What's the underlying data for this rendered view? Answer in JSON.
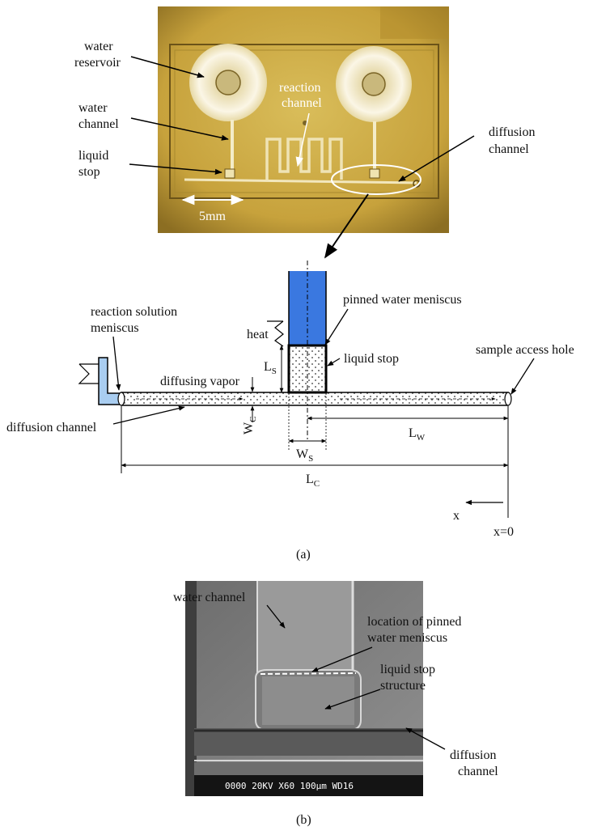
{
  "photo": {
    "labels": {
      "water_reservoir_1": "water",
      "water_reservoir_2": "reservoir",
      "water_channel_1": "water",
      "water_channel_2": "channel",
      "liquid_stop_1": "liquid",
      "liquid_stop_2": "stop",
      "reaction_channel_1": "reaction",
      "reaction_channel_2": "channel",
      "diffusion_channel_1": "diffusion",
      "diffusion_channel_2": "channel",
      "scale": "5mm"
    }
  },
  "schematic": {
    "labels": {
      "reaction_meniscus_1": "reaction solution",
      "reaction_meniscus_2": "meniscus",
      "pinned_meniscus": "pinned water meniscus",
      "heat": "heat",
      "liquid_stop": "liquid stop",
      "sample_access_hole": "sample access hole",
      "diffusing_vapor": "diffusing vapor",
      "diffusion_channel": "diffusion channel",
      "ls": "L",
      "ls_sub": "S",
      "wc": "W",
      "wc_sub": "C",
      "ws": "W",
      "ws_sub": "S",
      "lw": "L",
      "lw_sub": "W",
      "lc": "L",
      "lc_sub": "C",
      "x": "x",
      "x0": "x=0"
    },
    "caption": "(a)"
  },
  "sem": {
    "labels": {
      "water_channel": "water channel",
      "pinned_1": "location of pinned",
      "pinned_2": "water meniscus",
      "liquid_stop_1": "liquid stop",
      "liquid_stop_2": "structure",
      "diffusion_1": "diffusion",
      "diffusion_2": "channel",
      "info_bar": "0000  20KV    X60 100µm WD16"
    },
    "caption": "(b)"
  },
  "colors": {
    "photo_bg": "#c9a640",
    "water_blue": "#3a78e0",
    "light_blue": "#a9cdf0",
    "sem_gray": "#8a8a8a"
  }
}
